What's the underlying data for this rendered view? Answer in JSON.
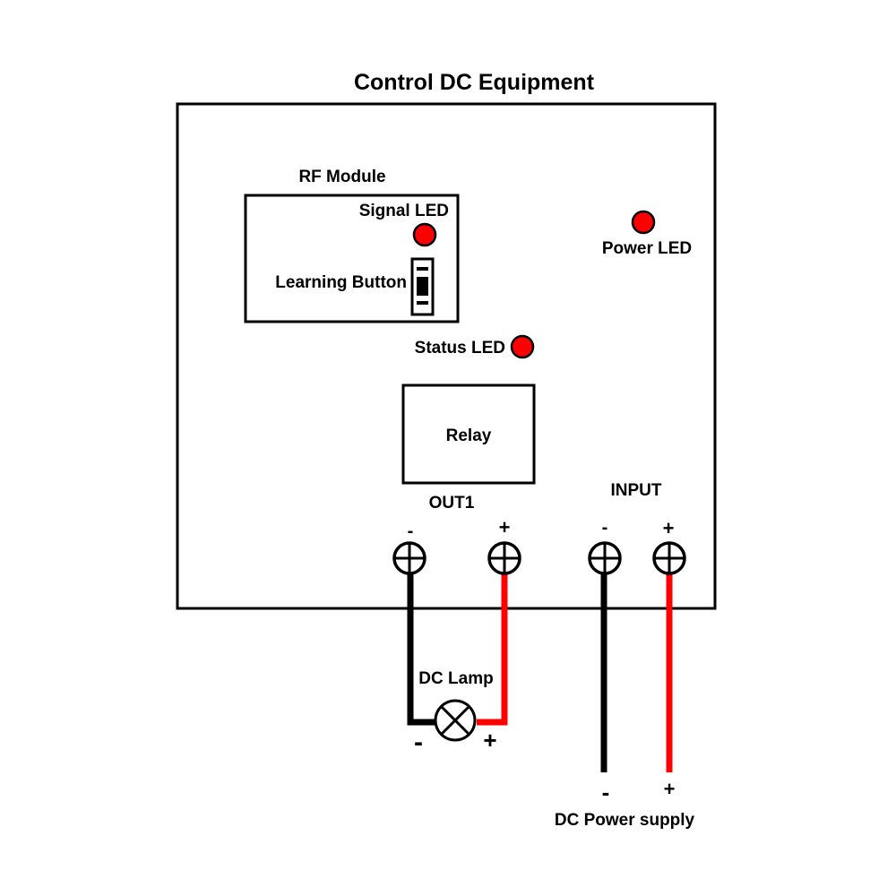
{
  "title": "Control DC Equipment",
  "rf_module": {
    "label": "RF Module",
    "signal_led_label": "Signal LED",
    "learning_button_label": "Learning Button"
  },
  "power_led_label": "Power LED",
  "status_led_label": "Status LED",
  "relay_label": "Relay",
  "out1": {
    "label": "OUT1",
    "neg": "-",
    "pos": "+"
  },
  "input": {
    "label": "INPUT",
    "neg": "-",
    "pos": "+"
  },
  "lamp": {
    "label": "DC Lamp",
    "neg": "-",
    "pos": "+"
  },
  "power_supply": {
    "label": "DC Power supply",
    "neg": "-",
    "pos": "+"
  },
  "colors": {
    "led": "#ff0000",
    "positive_wire": "#ff0000",
    "negative_wire": "#000000",
    "outline": "#000000"
  }
}
